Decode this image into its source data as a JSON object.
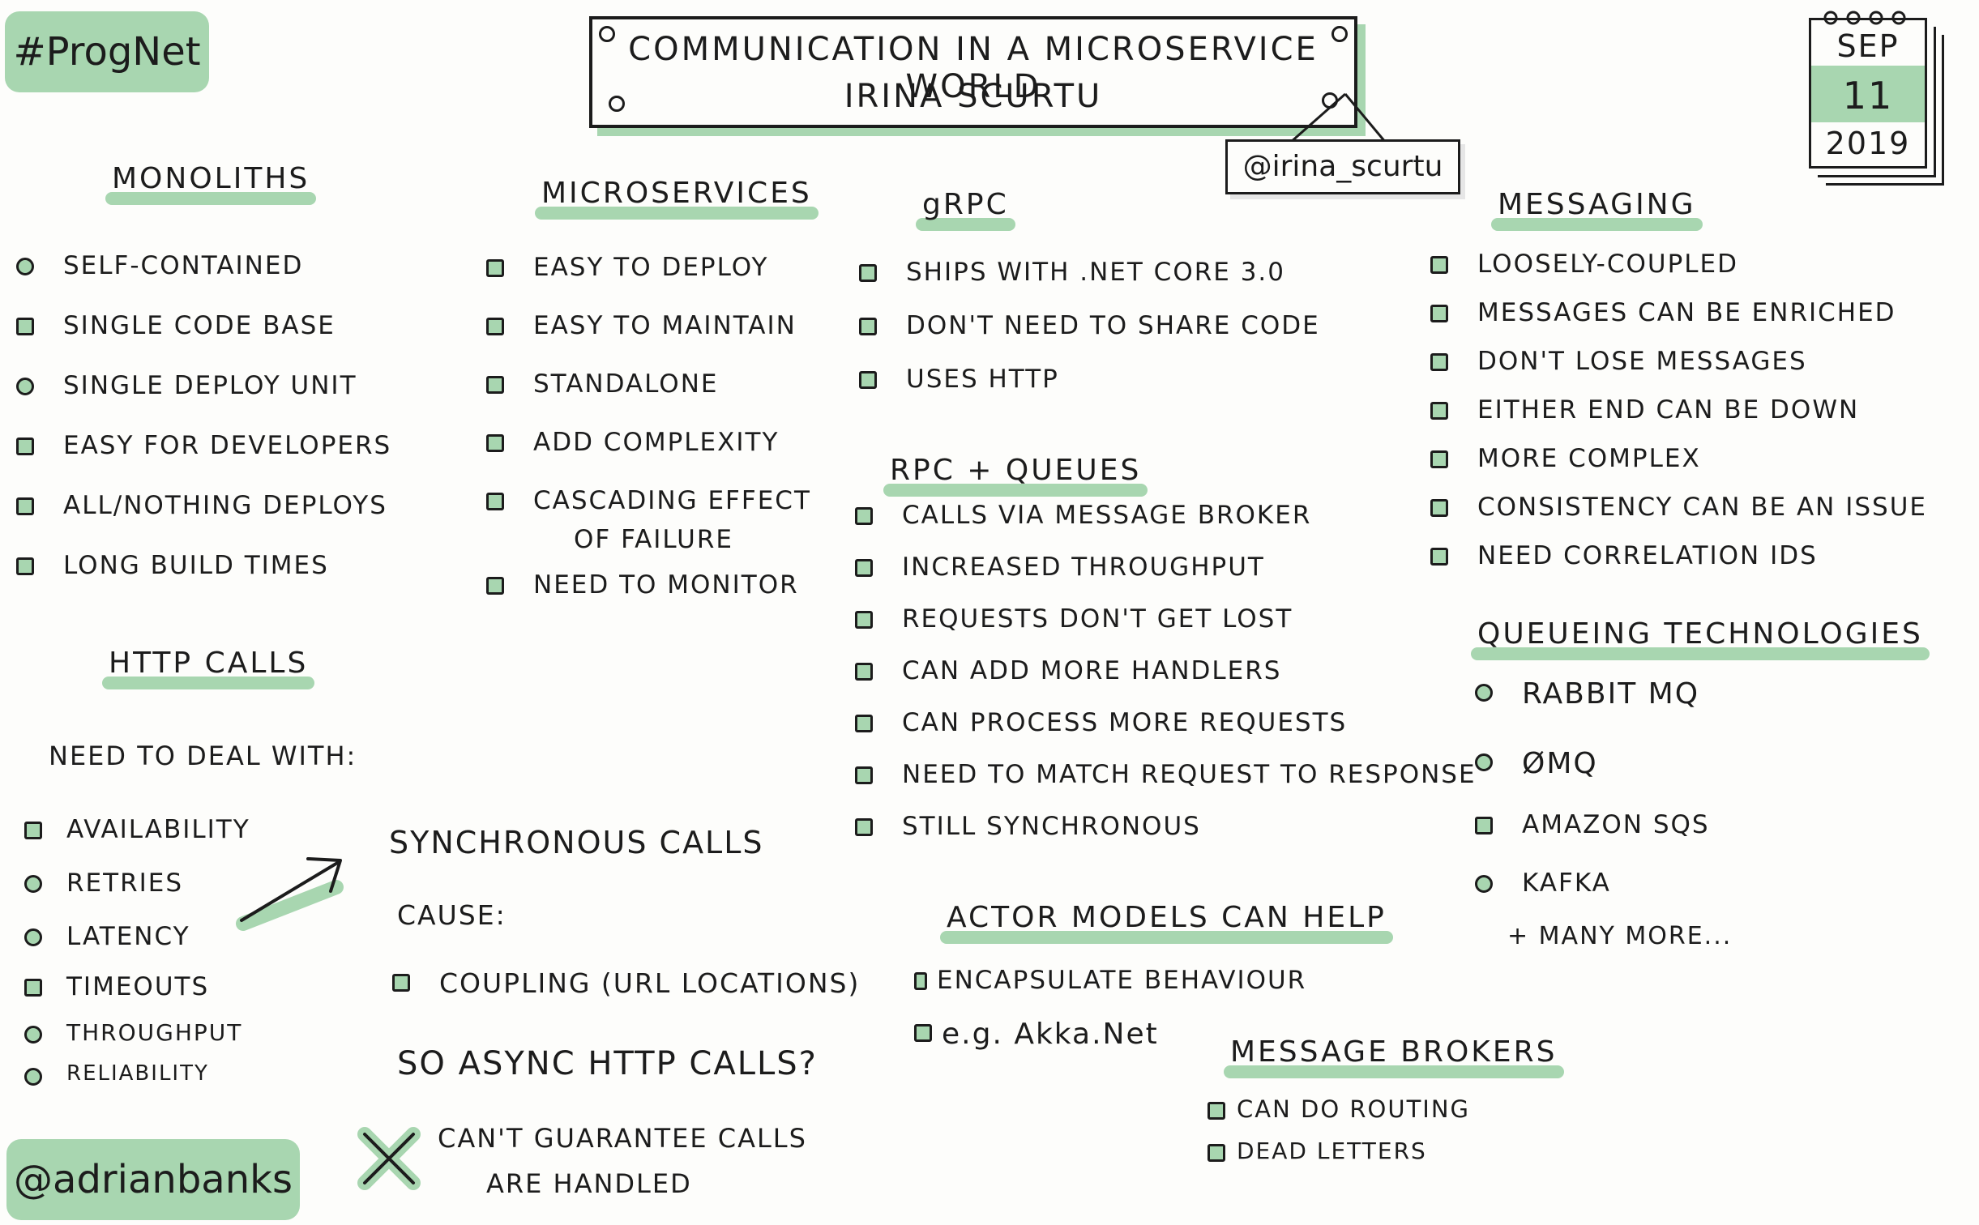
{
  "tags": {
    "event": "#ProgNet",
    "author": "@adrianbanks"
  },
  "title": {
    "line1": "Communication in a microservice world",
    "line2": "Irina Scurtu"
  },
  "speaker_handle": "@irina_scurtu",
  "date": {
    "month": "SEP",
    "day": "11",
    "year": "2019"
  },
  "monoliths": {
    "heading": "Monoliths",
    "items": [
      "Self-contained",
      "Single code base",
      "Single deploy unit",
      "Easy for developers",
      "All/nothing deploys",
      "Long build times"
    ]
  },
  "microservices": {
    "heading": "Microservices",
    "items": [
      "Easy to deploy",
      "Easy to maintain",
      "Standalone",
      "Add complexity",
      "Cascading effect",
      "of failure",
      "Need to monitor"
    ]
  },
  "grpc": {
    "heading": "gRPC",
    "items": [
      "Ships with .NET Core 3.0",
      "Don't need to share code",
      "Uses HTTP"
    ]
  },
  "rpc_queues": {
    "heading": "RPC + Queues",
    "items": [
      "Calls via message broker",
      "Increased throughput",
      "Requests don't get lost",
      "Can add more handlers",
      "Can process more requests",
      "Need to match request to response",
      "Still synchronous"
    ]
  },
  "messaging": {
    "heading": "Messaging",
    "items": [
      "Loosely-coupled",
      "Messages can be enriched",
      "Don't lose messages",
      "Either end can be down",
      "More complex",
      "Consistency can be an issue",
      "Need correlation IDs"
    ]
  },
  "queueing": {
    "heading": "Queueing technologies",
    "items": [
      "Rabbit MQ",
      "ØMQ",
      "Amazon SQS",
      "Kafka"
    ],
    "more": "+ many more..."
  },
  "http_calls": {
    "heading": "HTTP calls",
    "intro": "Need to deal with:",
    "items": [
      "Availability",
      "Retries",
      "Latency",
      "Timeouts",
      "Throughput",
      "Reliability"
    ]
  },
  "sync_calls": {
    "line1": "Synchronous calls",
    "line2": "cause:",
    "item": "Coupling (URL locations)",
    "question": "So async HTTP calls?",
    "cross": "✗",
    "cant1": "Can't guarantee calls",
    "cant2": "are handled"
  },
  "actor_models": {
    "heading": "Actor models can help",
    "items": [
      "Encapsulate behaviour",
      "e.g. Akka.Net"
    ]
  },
  "message_brokers": {
    "heading": "Message brokers",
    "items": [
      "Can do routing",
      "Dead letters"
    ]
  },
  "colors": {
    "accent": "#a8d6b0",
    "ink": "#1c1c1c",
    "paper": "#fdfdfb"
  }
}
